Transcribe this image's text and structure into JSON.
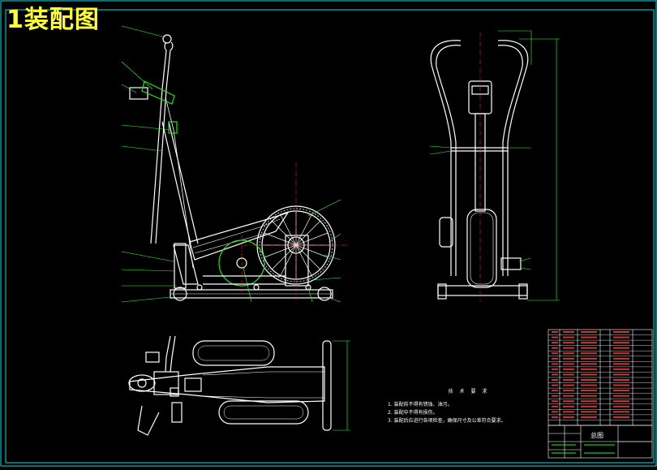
{
  "title": "1装配图",
  "tech_requirements": {
    "heading": "技 术 要 求",
    "items": [
      "1. 装配前不得有锈蚀、油污。",
      "2. 装配中不得有损伤。",
      "3. 装配后应进行各项检查，确保尺寸及公差符合要求。"
    ]
  },
  "title_block": {
    "drawing_name": "总图"
  },
  "colors": {
    "background": "#000000",
    "frame": "#00e0e0",
    "drawing": "#ffffff",
    "accent": "#22dd22",
    "leader": "#33ff33",
    "centerline": "#ff3333",
    "title": "#ffff33",
    "bom_text": "#ff4444"
  }
}
